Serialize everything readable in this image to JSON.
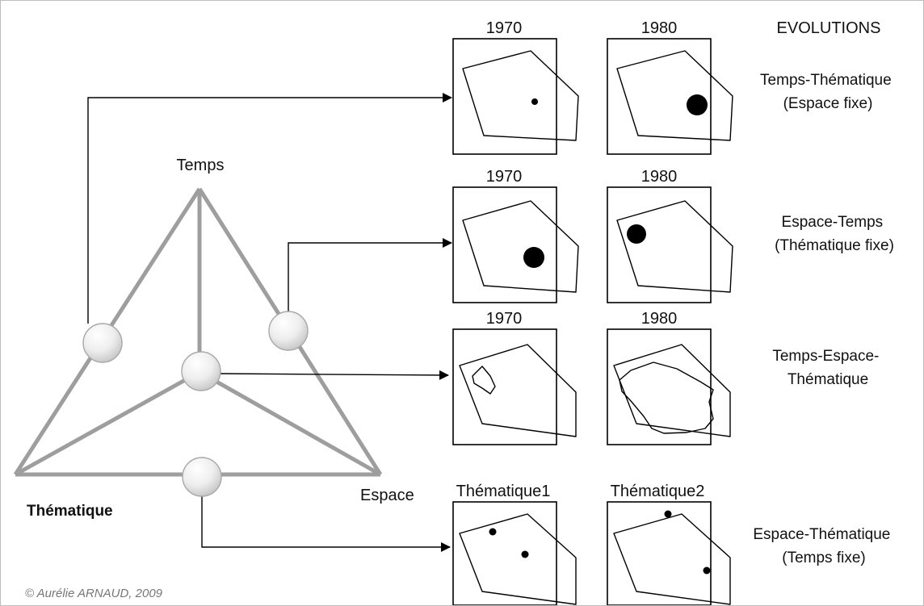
{
  "triangle": {
    "top_label": "Temps",
    "left_label": "Thématique",
    "right_label": "Espace"
  },
  "evolutions_header": "EVOLUTIONS",
  "rows": [
    {
      "name": "Temps-Thématique",
      "label_lines": [
        "Temps-Thématique",
        "(Espace fixe)"
      ],
      "maps": [
        {
          "caption": "1970",
          "content": "small point"
        },
        {
          "caption": "1980",
          "content": "large point"
        }
      ]
    },
    {
      "name": "Espace-Temps",
      "label_lines": [
        "Espace-Temps",
        "(Thématique fixe)"
      ],
      "maps": [
        {
          "caption": "1970",
          "content": "large point"
        },
        {
          "caption": "1980",
          "content": "large point, moved"
        }
      ]
    },
    {
      "name": "Temps-Espace-Thématique",
      "label_lines": [
        "Temps-Espace-",
        "Thématique"
      ],
      "maps": [
        {
          "caption": "1970",
          "content": "small area"
        },
        {
          "caption": "1980",
          "content": "large area"
        }
      ]
    },
    {
      "name": "Espace-Thématique",
      "label_lines": [
        "Espace-Thématique",
        "(Temps fixe)"
      ],
      "maps": [
        {
          "caption": "Thématique1",
          "content": "two points"
        },
        {
          "caption": "Thématique2",
          "content": "two points"
        }
      ]
    }
  ],
  "credit": "© Aurélie ARNAUD, 2009",
  "colors": {
    "triangle_edges": "#9e9e9e",
    "node_fill_light": "#ffffff",
    "node_fill_dark": "#c4c4c4",
    "border": "#bdbdbd"
  }
}
